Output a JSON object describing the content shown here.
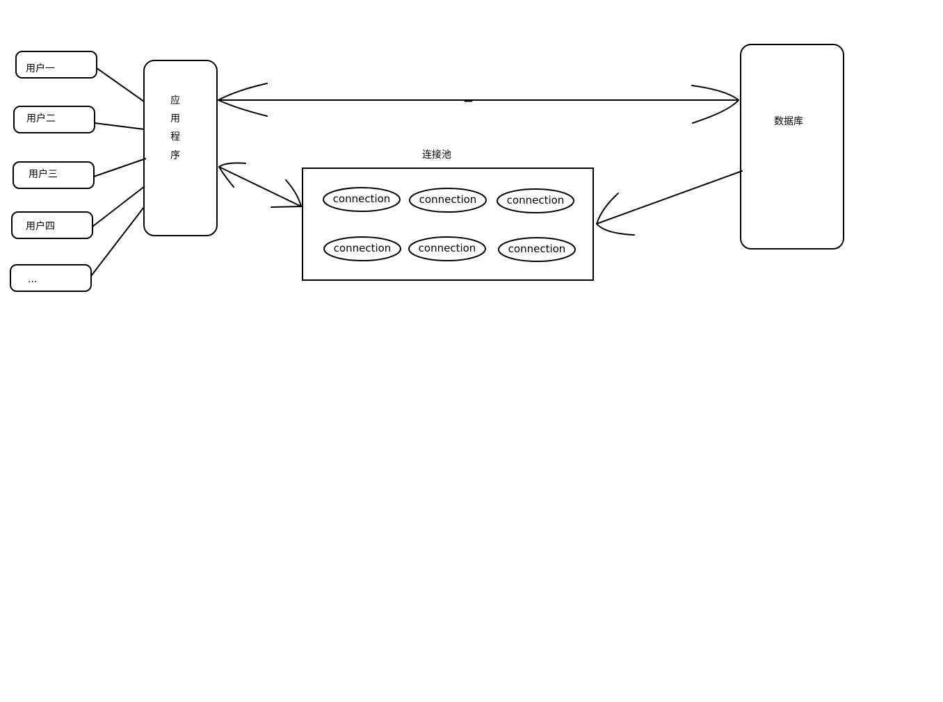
{
  "users": [
    "用户一",
    "用户二",
    "用户三",
    "用户四",
    "..."
  ],
  "app": {
    "chars": [
      "应",
      "用",
      "程",
      "序"
    ]
  },
  "database": {
    "label": "数据库"
  },
  "pool": {
    "title": "连接池",
    "connections": [
      "connection",
      "connection",
      "connection",
      "connection",
      "connection",
      "connection"
    ]
  }
}
